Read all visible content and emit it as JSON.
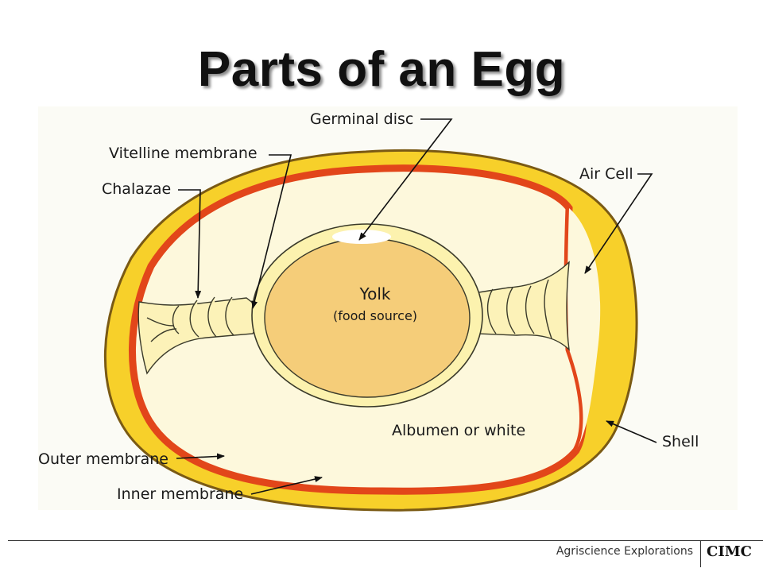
{
  "title": "Parts of an Egg",
  "labels": {
    "germinal_disc": "Germinal disc",
    "vitelline_membrane": "Vitelline membrane",
    "chalazae": "Chalazae",
    "air_cell": "Air Cell",
    "yolk": "Yolk",
    "yolk_note": "(food source)",
    "albumen": "Albumen or white",
    "shell": "Shell",
    "outer_membrane": "Outer membrane",
    "inner_membrane": "Inner membrane"
  },
  "footer": {
    "series": "Agriscience Explorations",
    "logo": "CIMC"
  },
  "colors": {
    "shell": "#f7d02a",
    "shell_outline": "#7a5a14",
    "inner_membrane": "#e2461a",
    "albumen": "#fdf8dc",
    "yolk": "#f5cd79",
    "yolk_ring": "#fcf2ae",
    "chalazae": "#fcf2b8",
    "germinal_disc": "#ffffff"
  }
}
